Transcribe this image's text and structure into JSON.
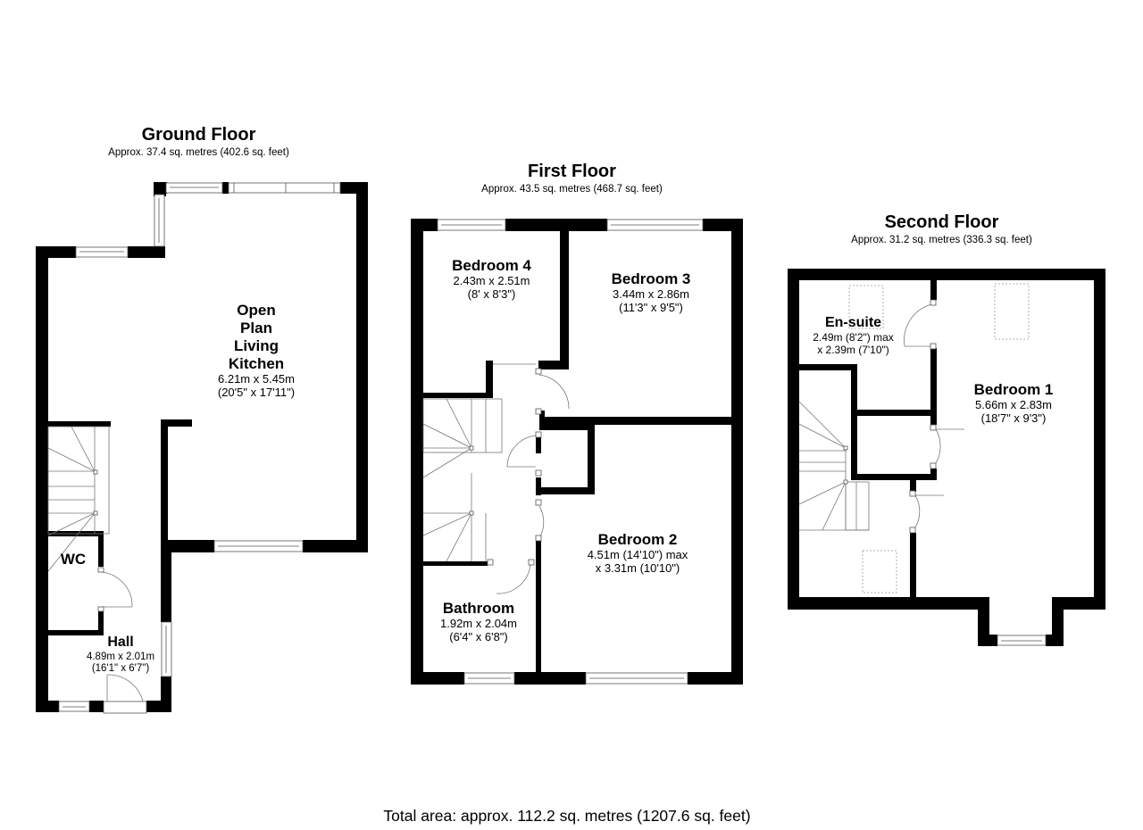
{
  "floors": {
    "ground": {
      "title": "Ground Floor",
      "area": "Approx. 37.4 sq. metres (402.6 sq. feet)",
      "rooms": {
        "living": {
          "name_lines": [
            "Open",
            "Plan",
            "Living",
            "Kitchen"
          ],
          "dim_metric": "6.21m x 5.45m",
          "dim_imperial": "(20'5\" x 17'11\")"
        },
        "wc": {
          "name": "WC"
        },
        "hall": {
          "name": "Hall",
          "dim_metric": "4.89m x 2.01m",
          "dim_imperial": "(16'1\" x 6'7\")"
        }
      }
    },
    "first": {
      "title": "First Floor",
      "area": "Approx. 43.5 sq. metres (468.7 sq. feet)",
      "rooms": {
        "bedroom4": {
          "name": "Bedroom 4",
          "dim_metric": "2.43m x 2.51m",
          "dim_imperial": "(8' x 8'3\")"
        },
        "bedroom3": {
          "name": "Bedroom 3",
          "dim_metric": "3.44m x 2.86m",
          "dim_imperial": "(11'3\" x 9'5\")"
        },
        "bedroom2": {
          "name": "Bedroom 2",
          "dim_line1": "4.51m (14'10\") max",
          "dim_line2": "x 3.31m (10'10\")"
        },
        "bathroom": {
          "name": "Bathroom",
          "dim_metric": "1.92m x 2.04m",
          "dim_imperial": "(6'4\" x 6'8\")"
        }
      }
    },
    "second": {
      "title": "Second Floor",
      "area": "Approx. 31.2 sq. metres (336.3 sq. feet)",
      "rooms": {
        "ensuite": {
          "name": "En-suite",
          "dim_line1": "2.49m (8'2\") max",
          "dim_line2": "x 2.39m (7'10\")"
        },
        "bedroom1": {
          "name": "Bedroom 1",
          "dim_metric": "5.66m x 2.83m",
          "dim_imperial": "(18'7\" x 9'3\")"
        }
      }
    }
  },
  "total_area": "Total area: approx. 112.2 sq. metres (1207.6 sq. feet)",
  "colors": {
    "wall": "#000000",
    "background": "#ffffff",
    "fixture_line": "#777777"
  }
}
